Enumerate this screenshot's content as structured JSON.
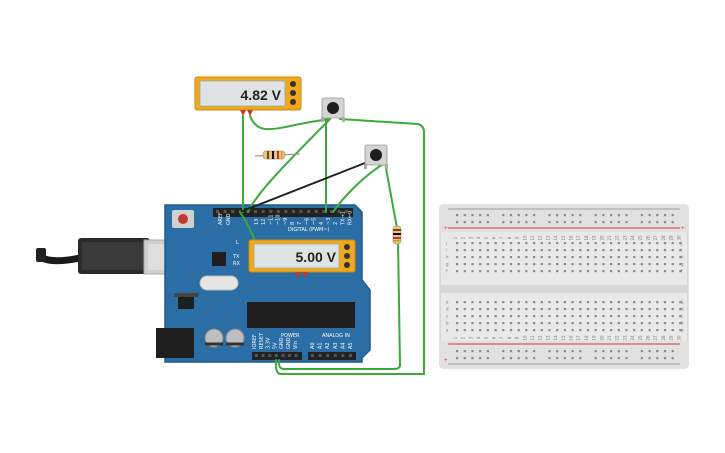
{
  "meters": {
    "top": {
      "reading": "4.82 V"
    },
    "board": {
      "reading": "5.00 V"
    }
  },
  "arduino": {
    "digital_label": "DIGITAL (PWM~)",
    "power_label": "POWER",
    "analog_label": "ANALOG IN",
    "aref": "AREF",
    "gnd": "GND",
    "led_l": "L",
    "tx": "TX",
    "rx": "RX",
    "power_pins": [
      "IOREF",
      "RESET",
      "3.3V",
      "5V",
      "GND",
      "GND",
      "Vin"
    ],
    "analog_pins": [
      "A0",
      "A1",
      "A2",
      "A3",
      "A4",
      "A5"
    ],
    "digital_pins": [
      "13",
      "12",
      "~11",
      "~10",
      "~9",
      "8",
      "7",
      "~6",
      "~5",
      "4",
      "~3",
      "2",
      "TX→1",
      "RX←0"
    ]
  },
  "breadboard": {
    "rows_top": [
      "j",
      "i",
      "h",
      "g",
      "f"
    ],
    "rows_bottom": [
      "e",
      "d",
      "c",
      "b",
      "a"
    ],
    "plus": "+",
    "minus": "-",
    "columns": [
      "1",
      "2",
      "3",
      "4",
      "5",
      "6",
      "7",
      "8",
      "9",
      "10",
      "11",
      "12",
      "13",
      "14",
      "15",
      "16",
      "17",
      "18",
      "19",
      "20",
      "21",
      "22",
      "23",
      "24",
      "25",
      "26",
      "27",
      "28",
      "29",
      "30"
    ]
  },
  "colors": {
    "wire_green": "#3aaa3a",
    "wire_black": "#222222",
    "board_blue": "#2b6ea6",
    "meter_orange": "#f2a81d",
    "usb_gray": "#c9c9c9"
  }
}
